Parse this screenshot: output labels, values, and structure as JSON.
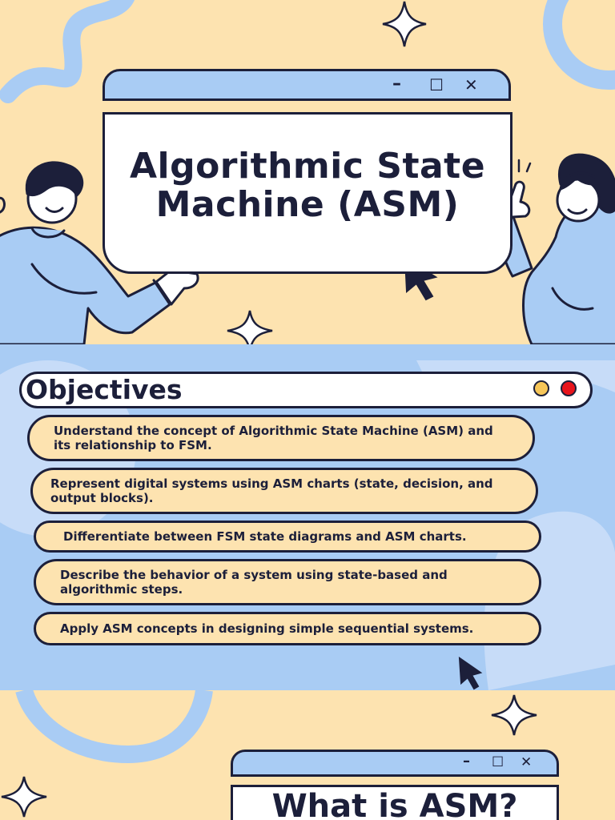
{
  "slide1": {
    "title": "Algorithmic State Machine (ASM)",
    "window_controls": {
      "minimize": "–",
      "maximize": "☐",
      "close": "✕"
    }
  },
  "slide2": {
    "heading": "Objectives",
    "dot_colors": [
      "#f6c659",
      "#e8141c"
    ],
    "objectives": [
      "Understand the concept of Algorithmic State Machine (ASM) and its relationship to FSM.",
      "Represent digital systems using ASM charts (state, decision, and output blocks).",
      "Differentiate between FSM state diagrams and ASM charts.",
      "Describe the behavior of a system using state-based and algorithmic steps.",
      "Apply ASM concepts in designing simple sequential systems."
    ]
  },
  "slide3": {
    "title": "What is ASM?",
    "window_controls": {
      "minimize": "–",
      "maximize": "☐",
      "close": "✕"
    }
  },
  "colors": {
    "cream": "#fde3b0",
    "light_blue": "#a9ccf4",
    "navy": "#1c1f3a",
    "white": "#ffffff"
  }
}
